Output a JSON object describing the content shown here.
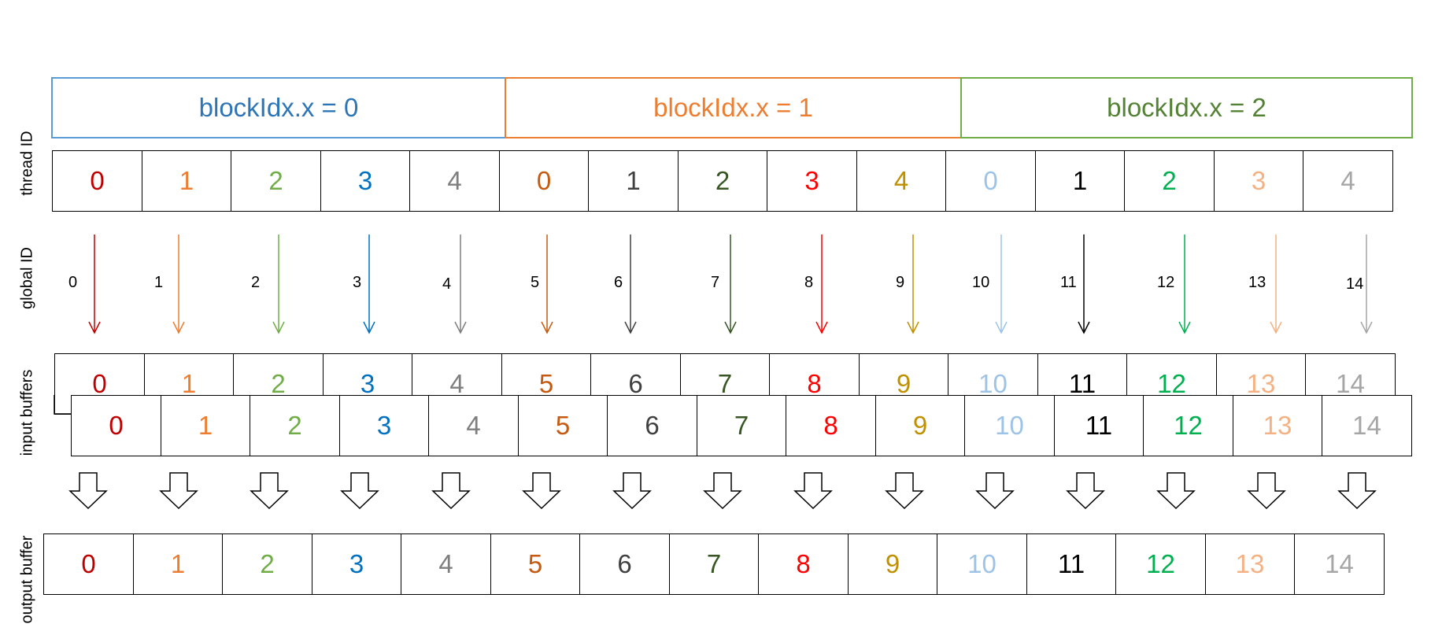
{
  "side_labels": {
    "thread_id": "thread ID",
    "global_id": "global ID",
    "input_buffers": "input buffers",
    "output_buffer": "output buffer"
  },
  "blocks": [
    {
      "label": "blockIdx.x = 0",
      "color": "#5B9BD5",
      "text_color": "#2E75B6"
    },
    {
      "label": "blockIdx.x = 1",
      "color": "#ED7D31",
      "text_color": "#ED7D31"
    },
    {
      "label": "blockIdx.x = 2",
      "color": "#70AD47",
      "text_color": "#548235"
    }
  ],
  "thread_ids": [
    "0",
    "1",
    "2",
    "3",
    "4",
    "0",
    "1",
    "2",
    "3",
    "4",
    "0",
    "1",
    "2",
    "3",
    "4"
  ],
  "thread_colors": [
    "#C00000",
    "#ED7D31",
    "#70AD47",
    "#0070C0",
    "#7F7F7F",
    "#C55A11",
    "#404040",
    "#375623",
    "#FF0000",
    "#BF9000",
    "#9DC3E6",
    "#000000",
    "#00B050",
    "#F4B183",
    "#A6A6A6"
  ],
  "global_ids": [
    "0",
    "1",
    "2",
    "3",
    "4",
    "5",
    "6",
    "7",
    "8",
    "9",
    "10",
    "11",
    "12",
    "13",
    "14"
  ],
  "element_colors": [
    "#C00000",
    "#ED7D31",
    "#70AD47",
    "#0070C0",
    "#7F7F7F",
    "#C55A11",
    "#404040",
    "#375623",
    "#FF0000",
    "#BF9000",
    "#9DC3E6",
    "#000000",
    "#00B050",
    "#F4B183",
    "#A6A6A6"
  ],
  "input_buffer_a": [
    "0",
    "1",
    "2",
    "3",
    "4",
    "5",
    "6",
    "7",
    "8",
    "9",
    "10",
    "11",
    "12",
    "13",
    "14"
  ],
  "input_buffer_b": [
    "0",
    "1",
    "2",
    "3",
    "4",
    "5",
    "6",
    "7",
    "8",
    "9",
    "10",
    "11",
    "12",
    "13",
    "14"
  ],
  "output_buffer": [
    "0",
    "1",
    "2",
    "3",
    "4",
    "5",
    "6",
    "7",
    "8",
    "9",
    "10",
    "11",
    "12",
    "13",
    "14"
  ]
}
